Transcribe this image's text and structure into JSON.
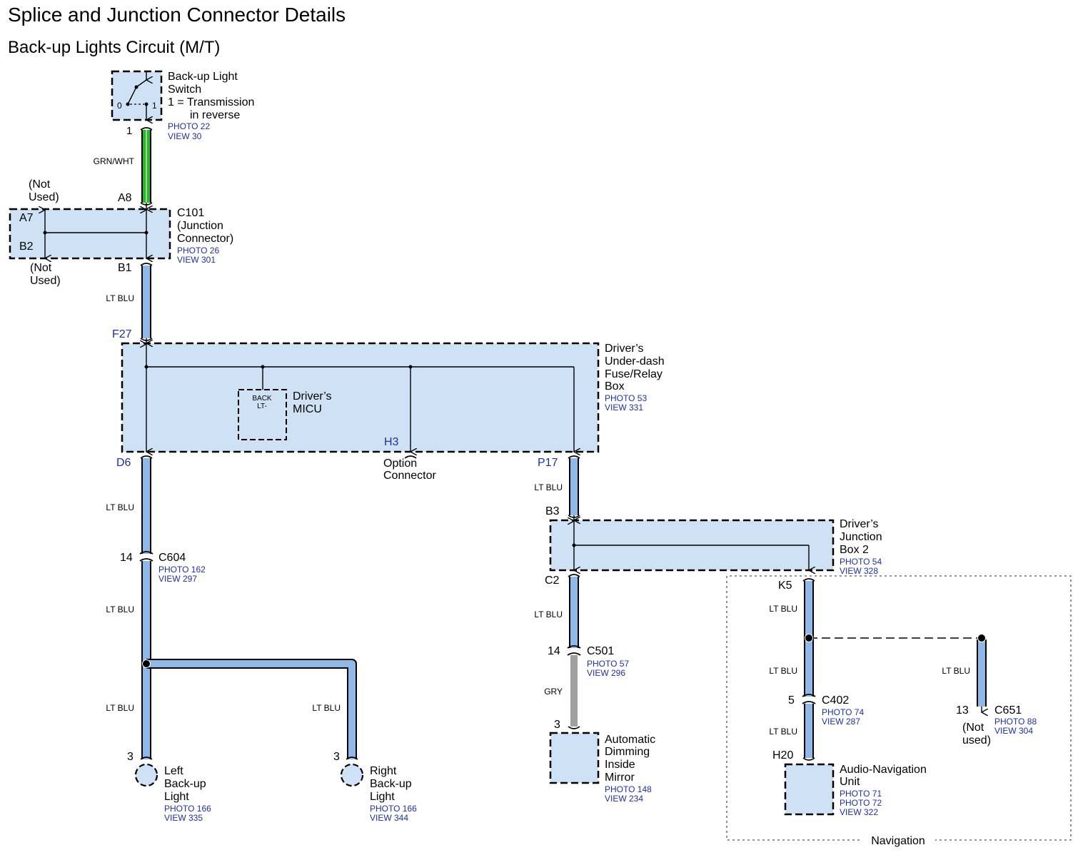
{
  "header": {
    "title": "Splice and Junction Connector Details",
    "subtitle": "Back-up Lights Circuit (M/T)"
  },
  "colors": {
    "box_fill": "#cfe2f5",
    "wire_blue": "#8db8e8",
    "wire_green": "#2db52d",
    "wire_gray": "#a0a0a0",
    "ref_blue": "#1f2fa3",
    "line": "#000000"
  },
  "components": {
    "switch": {
      "name_1": "Back-up Light",
      "name_2": "Switch",
      "note_1": "1 = Transmission",
      "note_2": "in reverse",
      "photo": "PHOTO 22",
      "view": "VIEW 30",
      "pos_0": "0",
      "pos_1": "1",
      "pin": "1"
    },
    "c101": {
      "name_1": "C101",
      "name_2": "(Junction",
      "name_3": "Connector)",
      "photo": "PHOTO 26",
      "view": "VIEW 301",
      "pin_a8": "A8",
      "pin_a7": "A7",
      "pin_b2": "B2",
      "pin_b1": "B1",
      "not_used_top_1": "(Not",
      "not_used_top_2": "Used)",
      "not_used_bottom_1": "(Not",
      "not_used_bottom_2": "Used)"
    },
    "fuse_box": {
      "name_1": "Driver’s",
      "name_2": "Under-dash",
      "name_3": "Fuse/Relay",
      "name_4": "Box",
      "photo": "PHOTO 53",
      "view": "VIEW 331",
      "pin_f27": "F27",
      "pin_d6": "D6",
      "pin_h3": "H3",
      "pin_p17": "P17"
    },
    "micu": {
      "inner_1": "BACK",
      "inner_2": "LT-",
      "name_1": "Driver’s",
      "name_2": "MICU"
    },
    "option_connector": {
      "name_1": "Option",
      "name_2": "Connector"
    },
    "c604": {
      "name": "C604",
      "photo": "PHOTO 162",
      "view": "VIEW 297",
      "pin": "14"
    },
    "left_light": {
      "name_1": "Left",
      "name_2": "Back-up",
      "name_3": "Light",
      "photo": "PHOTO 166",
      "view": "VIEW 335",
      "pin": "3"
    },
    "right_light": {
      "name_1": "Right",
      "name_2": "Back-up",
      "name_3": "Light",
      "photo": "PHOTO 166",
      "view": "VIEW 344",
      "pin": "3"
    },
    "jbox2": {
      "name_1": "Driver’s",
      "name_2": "Junction",
      "name_3": "Box 2",
      "photo": "PHOTO 54",
      "view": "VIEW 328",
      "pin_b3": "B3",
      "pin_c2": "C2",
      "pin_k5": "K5"
    },
    "c501": {
      "name": "C501",
      "photo": "PHOTO 57",
      "view": "VIEW 296",
      "pin": "14"
    },
    "mirror": {
      "name_1": "Automatic",
      "name_2": "Dimming",
      "name_3": "Inside",
      "name_4": "Mirror",
      "photo": "PHOTO 148",
      "view": "VIEW 234",
      "pin": "3"
    },
    "c402": {
      "name": "C402",
      "photo": "PHOTO 74",
      "view": "VIEW 287",
      "pin": "5"
    },
    "c651": {
      "name": "C651",
      "photo": "PHOTO 88",
      "view": "VIEW 304",
      "pin": "13",
      "not_used_1": "(Not",
      "not_used_2": "used)"
    },
    "audio_nav": {
      "name_1": "Audio-Navigation",
      "name_2": "Unit",
      "photo_1": "PHOTO 71",
      "photo_2": "PHOTO 72",
      "view": "VIEW 322",
      "pin": "H20"
    },
    "navigation_group": {
      "label": "Navigation"
    }
  },
  "wires": {
    "switch_to_c101": "GRN/WHT",
    "c101_to_fuse": "LT BLU",
    "d6_to_c604": "LT BLU",
    "c604_to_splice": "LT BLU",
    "splice_to_left": "LT BLU",
    "splice_to_right": "LT BLU",
    "p17_to_jbox2": "LT BLU",
    "c2_to_c501": "LT BLU",
    "c501_to_mirror": "GRY",
    "k5_to_splice": "LT BLU",
    "splice_to_c402": "LT BLU",
    "c402_to_audio": "LT BLU",
    "splice_to_c651": "LT BLU"
  }
}
